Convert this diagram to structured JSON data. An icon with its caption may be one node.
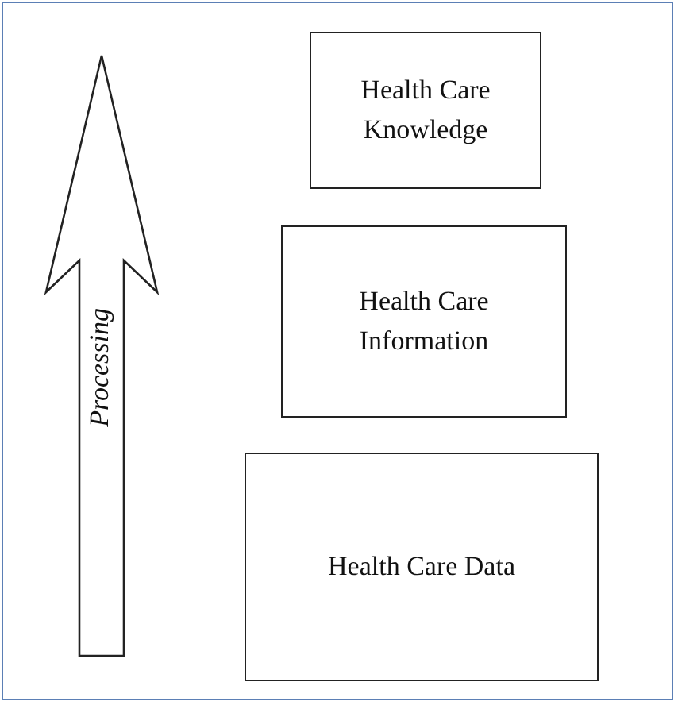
{
  "diagram": {
    "nodes": [
      {
        "text": [
          "Processing"
        ]
      },
      {
        "text": [
          "Health Care Knowledge"
        ]
      },
      {
        "text": [
          "Health Care Information"
        ]
      },
      {
        "text": [
          "Health Care Data"
        ]
      }
    ]
  }
}
